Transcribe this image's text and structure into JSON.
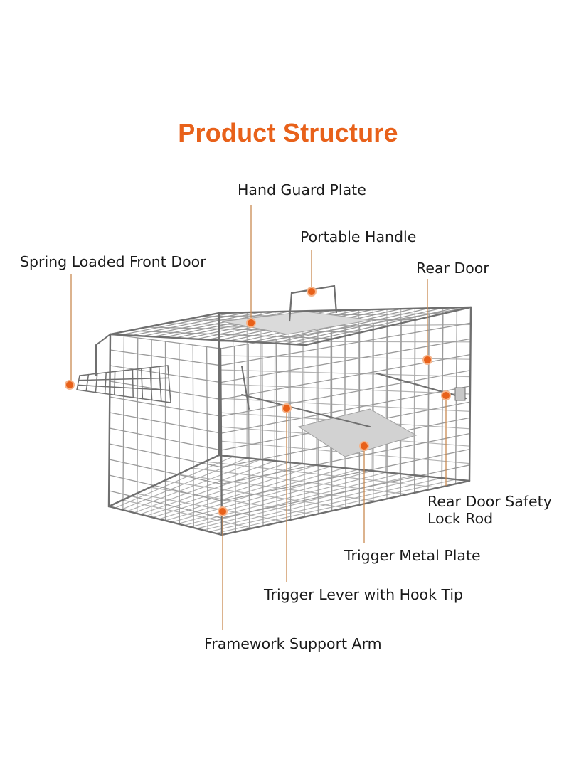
{
  "title": "Product Structure",
  "accent_color": "#e8611a",
  "leader_color": "#c98a52",
  "labels": {
    "hand_guard_plate": "Hand Guard Plate",
    "portable_handle": "Portable Handle",
    "spring_loaded_front_door": "Spring Loaded Front Door",
    "rear_door": "Rear Door",
    "rear_door_safety_lock_rod_line1": "Rear Door Safety",
    "rear_door_safety_lock_rod_line2": "Lock Rod",
    "trigger_metal_plate": "Trigger Metal Plate",
    "trigger_lever_with_hook_tip": "Trigger Lever with Hook Tip",
    "framework_support_arm": "Framework Support Arm"
  }
}
